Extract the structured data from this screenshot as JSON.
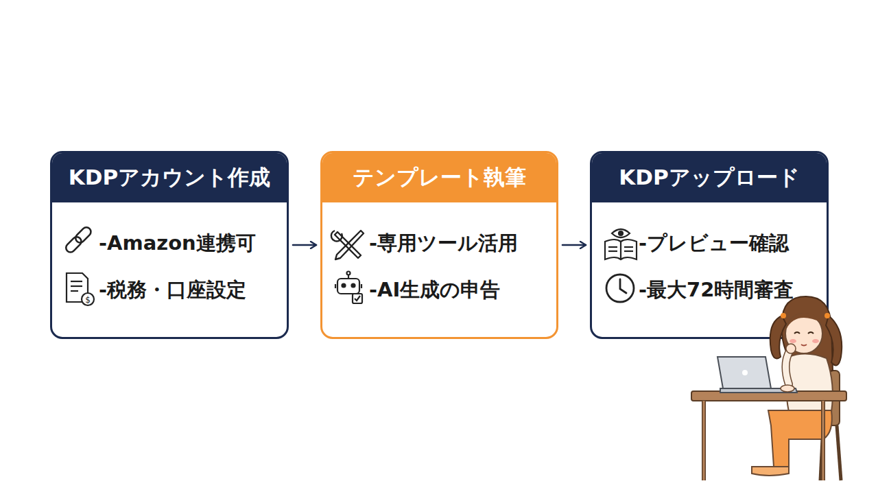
{
  "diagram": {
    "nodes": [
      {
        "text": [
          "KDPアカウント作成",
          "-Amazon連携可",
          "-税務・口座設定"
        ]
      },
      {
        "text": [
          "テンプレート執筆",
          "-専用ツール活用",
          "-AI生成の申告"
        ]
      },
      {
        "text": [
          "KDPアップロード",
          "-プレビュー確認",
          "-最大72時間審査"
        ]
      }
    ],
    "edges": [
      {
        "from": 0,
        "to": 1,
        "arrow": "to"
      },
      {
        "from": 1,
        "to": 2,
        "arrow": "to"
      }
    ]
  }
}
